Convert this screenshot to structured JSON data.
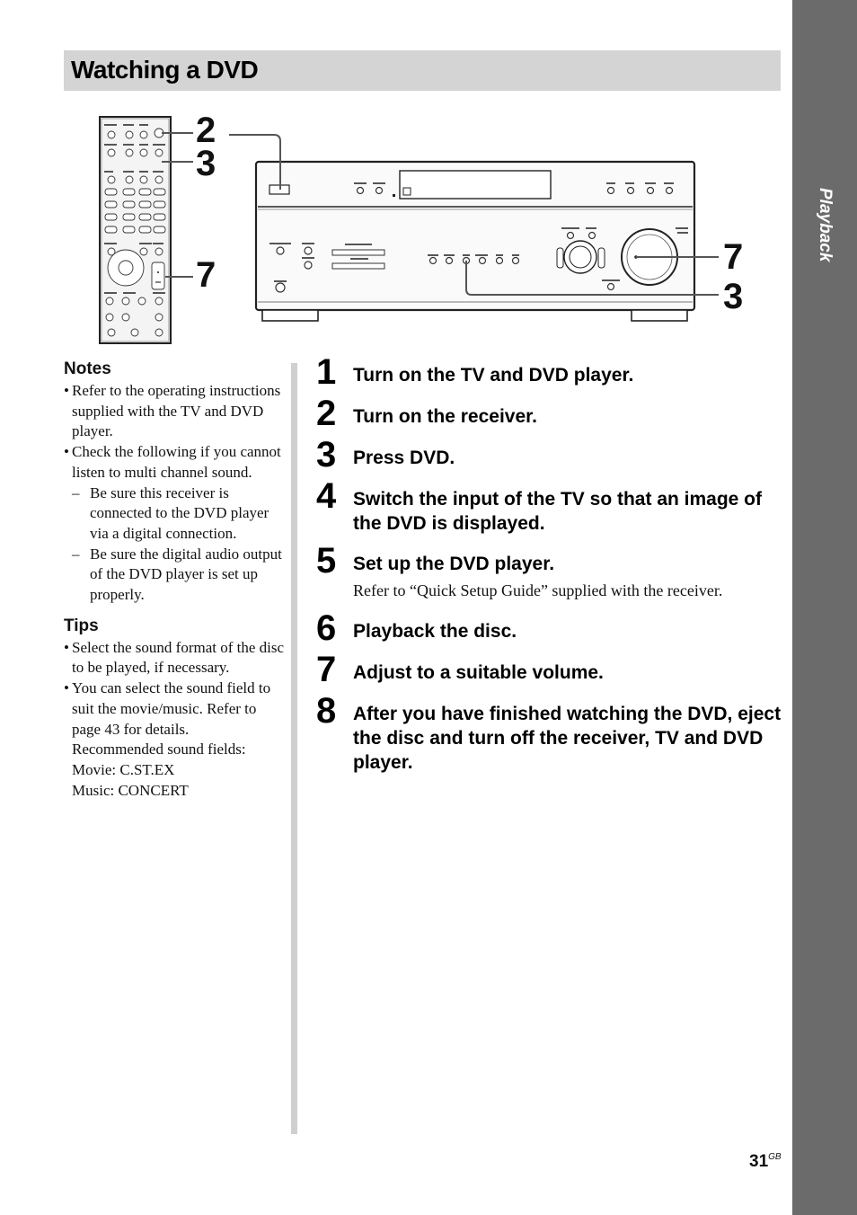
{
  "side_tab": {
    "label": "Playback"
  },
  "title": "Watching a DVD",
  "figure": {
    "callouts_remote": [
      "2",
      "3",
      "7"
    ],
    "callouts_receiver": [
      "7",
      "3"
    ]
  },
  "notes": {
    "heading": "Notes",
    "bullet1": "Refer to the operating instructions supplied with the TV and DVD player.",
    "bullet2": "Check the following if you cannot listen to multi channel sound.",
    "dash1": "Be sure this receiver is connected to the DVD player via a digital connection.",
    "dash2": "Be sure the digital audio output of the DVD player is set up properly."
  },
  "tips": {
    "heading": "Tips",
    "bullet1": "Select the sound format of the disc to be played, if necessary.",
    "bullet2": "You can select the sound field to suit the movie/music. Refer to page 43 for details.",
    "line1": "Recommended sound fields:",
    "line2": "Movie: C.ST.EX",
    "line3": "Music: CONCERT"
  },
  "steps": [
    {
      "num": "1",
      "text": "Turn on the TV and DVD player."
    },
    {
      "num": "2",
      "text": "Turn on the receiver."
    },
    {
      "num": "3",
      "text": "Press DVD."
    },
    {
      "num": "4",
      "text": "Switch the input of the TV so that an image of the DVD is displayed."
    },
    {
      "num": "5",
      "text": "Set up the DVD player.",
      "desc": "Refer to “Quick Setup Guide” supplied with the receiver."
    },
    {
      "num": "6",
      "text": "Playback the disc."
    },
    {
      "num": "7",
      "text": "Adjust to a suitable volume."
    },
    {
      "num": "8",
      "text": "After you have finished watching the DVD, eject the disc and turn off the receiver, TV and DVD player."
    }
  ],
  "page": {
    "number": "31",
    "suffix": "GB"
  }
}
